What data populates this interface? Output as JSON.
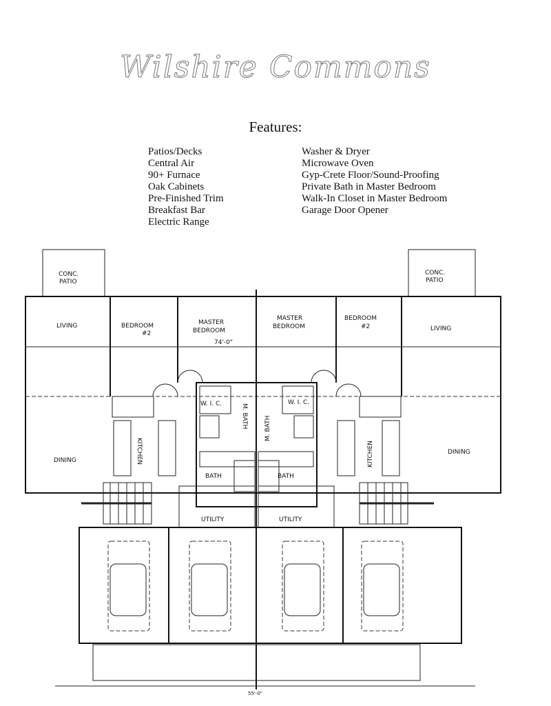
{
  "header": {
    "title": "Wilshire Commons",
    "features_heading": "Features:"
  },
  "features": {
    "left": [
      "Patios/Decks",
      "Central Air",
      "90+ Furnace",
      "Oak Cabinets",
      "Pre-Finished Trim",
      "Breakfast Bar",
      "Electric Range"
    ],
    "right": [
      "Washer & Dryer",
      "Microwave Oven",
      "Gyp-Crete Floor/Sound-Proofing",
      "Private Bath in Master Bedroom",
      "Walk-In Closet in Master Bedroom",
      "Garage Door Opener"
    ]
  },
  "plan": {
    "patio_line1": "CONC.",
    "patio_line2": "PATIO",
    "living": "LIVING",
    "bedroom2_line1": "BEDROOM",
    "bedroom2_line2": "#2",
    "master_line1": "MASTER",
    "master_line2": "BEDROOM",
    "dimension_width": "74'-0\"",
    "wic": "W. I. C.",
    "mbath": "M. BATH",
    "kitchen": "KITCHEN",
    "dining": "DINING",
    "bath": "BATH",
    "utility": "UTILITY",
    "dimension_bottom": "55'-0\""
  }
}
